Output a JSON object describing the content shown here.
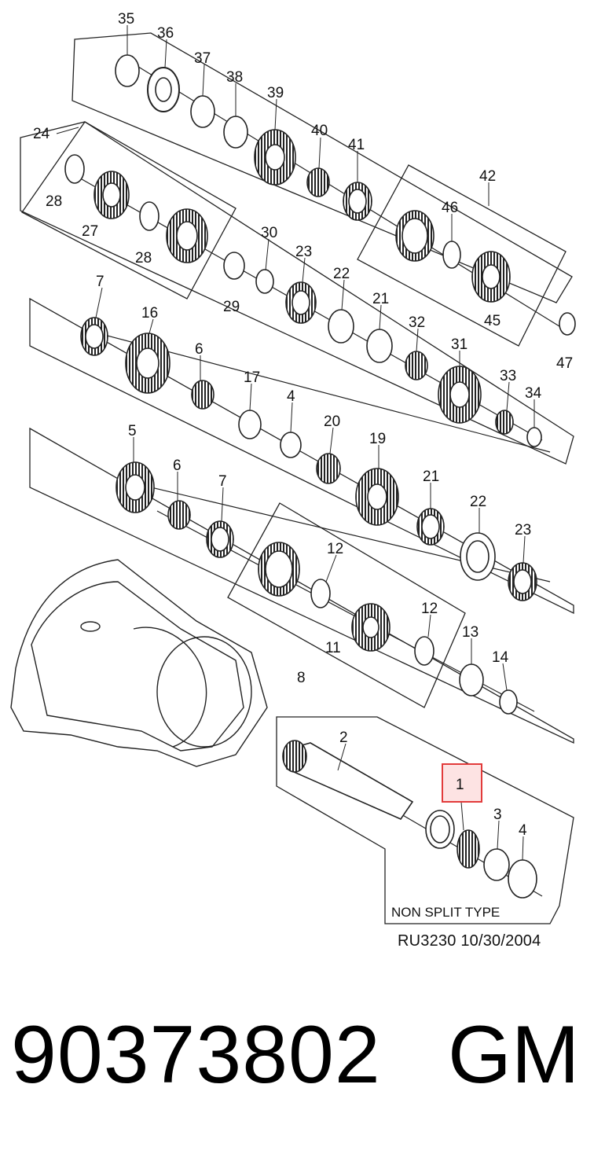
{
  "diagram": {
    "callouts": [
      {
        "id": "35",
        "label": "35"
      },
      {
        "id": "36",
        "label": "36"
      },
      {
        "id": "37",
        "label": "37"
      },
      {
        "id": "38",
        "label": "38"
      },
      {
        "id": "39",
        "label": "39"
      },
      {
        "id": "40",
        "label": "40"
      },
      {
        "id": "41",
        "label": "41"
      },
      {
        "id": "42",
        "label": "42"
      },
      {
        "id": "24",
        "label": "24"
      },
      {
        "id": "46",
        "label": "46"
      },
      {
        "id": "28a",
        "label": "28"
      },
      {
        "id": "27",
        "label": "27"
      },
      {
        "id": "28b",
        "label": "28"
      },
      {
        "id": "30",
        "label": "30"
      },
      {
        "id": "23a",
        "label": "23"
      },
      {
        "id": "29",
        "label": "29"
      },
      {
        "id": "22a",
        "label": "22"
      },
      {
        "id": "21a",
        "label": "21"
      },
      {
        "id": "32",
        "label": "32"
      },
      {
        "id": "45",
        "label": "45"
      },
      {
        "id": "47",
        "label": "47"
      },
      {
        "id": "7a",
        "label": "7"
      },
      {
        "id": "16",
        "label": "16"
      },
      {
        "id": "6a",
        "label": "6"
      },
      {
        "id": "17",
        "label": "17"
      },
      {
        "id": "31",
        "label": "31"
      },
      {
        "id": "33",
        "label": "33"
      },
      {
        "id": "34",
        "label": "34"
      },
      {
        "id": "4a",
        "label": "4"
      },
      {
        "id": "20",
        "label": "20"
      },
      {
        "id": "5",
        "label": "5"
      },
      {
        "id": "19",
        "label": "19"
      },
      {
        "id": "6b",
        "label": "6"
      },
      {
        "id": "7b",
        "label": "7"
      },
      {
        "id": "21b",
        "label": "21"
      },
      {
        "id": "22b",
        "label": "22"
      },
      {
        "id": "23b",
        "label": "23"
      },
      {
        "id": "12a",
        "label": "12"
      },
      {
        "id": "12b",
        "label": "12"
      },
      {
        "id": "11",
        "label": "11"
      },
      {
        "id": "13",
        "label": "13"
      },
      {
        "id": "14",
        "label": "14"
      },
      {
        "id": "8",
        "label": "8"
      },
      {
        "id": "2",
        "label": "2"
      },
      {
        "id": "1",
        "label": "1"
      },
      {
        "id": "3",
        "label": "3"
      },
      {
        "id": "4b",
        "label": "4"
      }
    ],
    "highlight": {
      "label_ref": "1",
      "color": "#e23b3b",
      "fill": "#fde3e3"
    },
    "note_type": "NON SPLIT TYPE",
    "reference": "RU3230  10/30/2004"
  },
  "part": {
    "number": "90373802",
    "brand": "GM"
  }
}
